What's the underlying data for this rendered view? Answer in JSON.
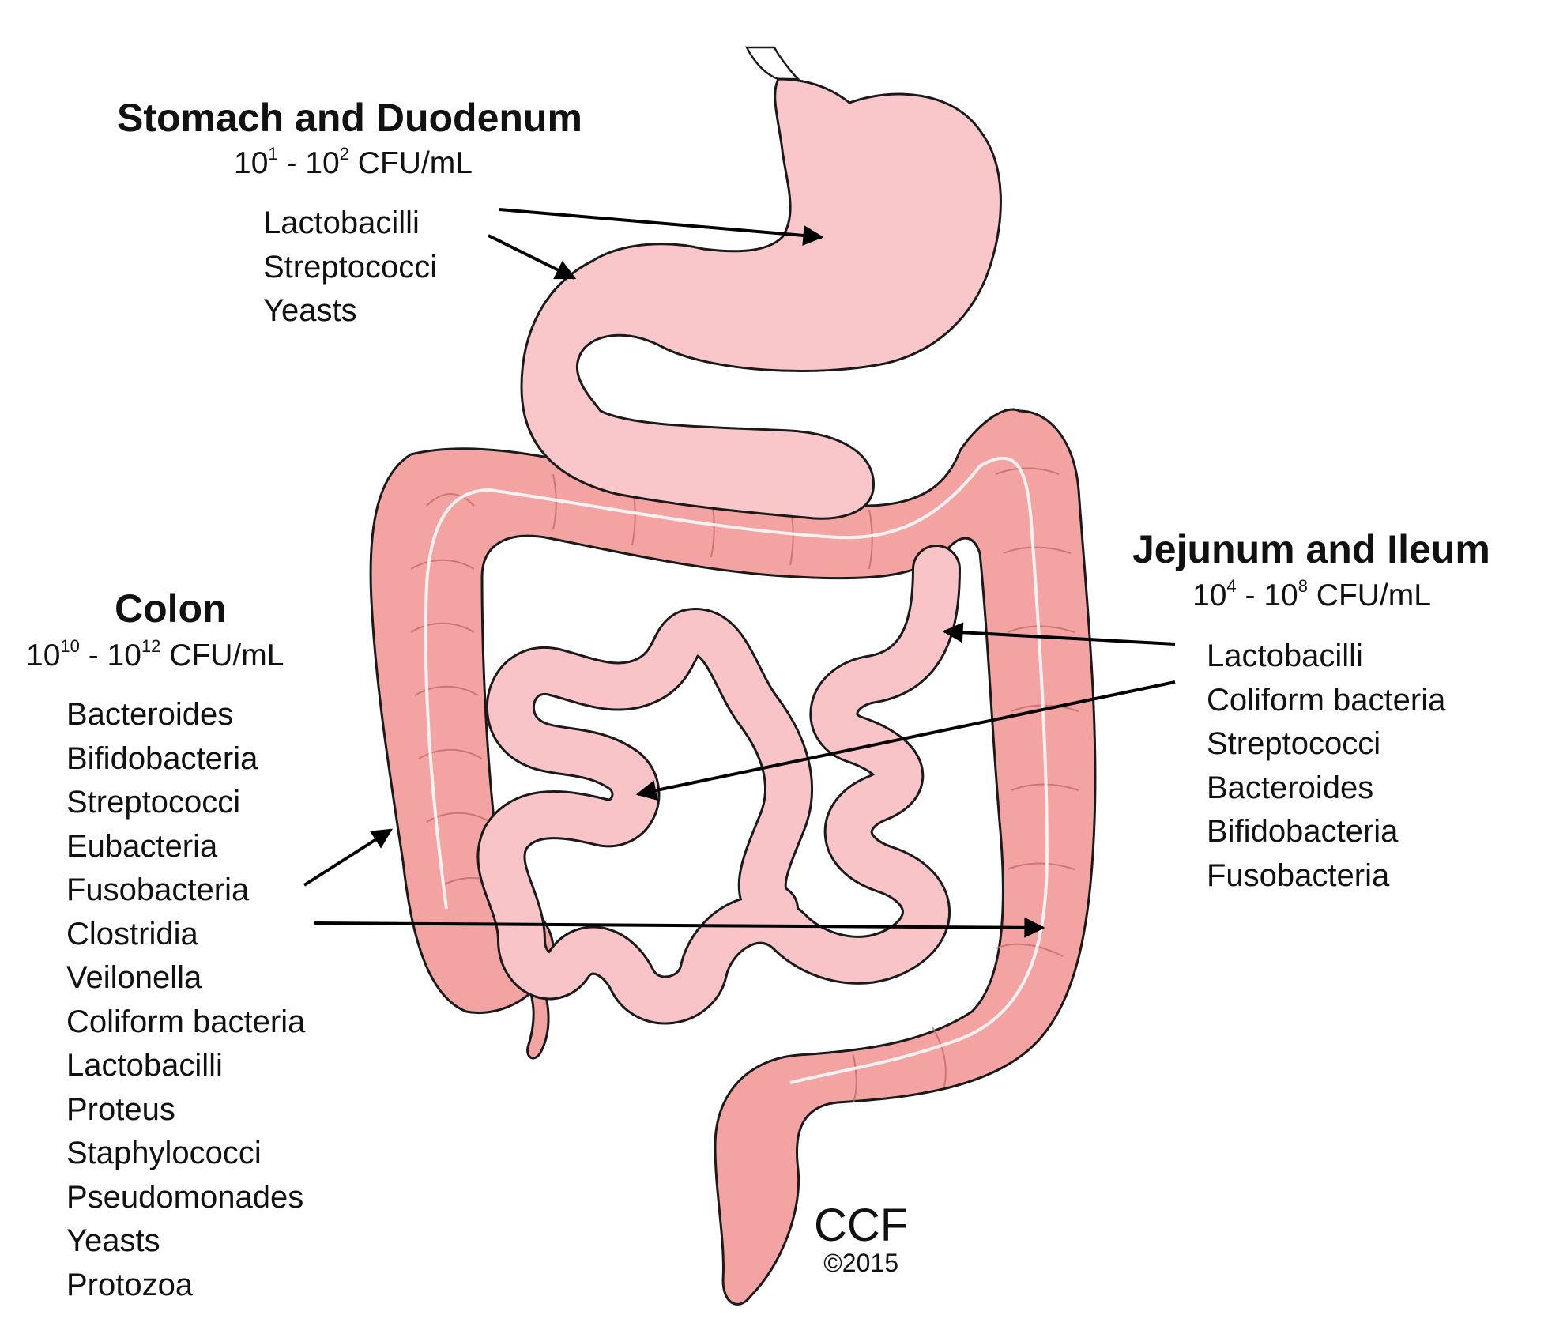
{
  "stomach": {
    "title": "Stomach and Duodenum",
    "count": {
      "base1": "10",
      "exp1": "1",
      "sep": " - ",
      "base2": "10",
      "exp2": "2",
      "unit": " CFU/mL"
    },
    "organisms": [
      "Lactobacilli",
      "Streptococci",
      "Yeasts"
    ]
  },
  "jejunum": {
    "title": "Jejunum and Ileum",
    "count": {
      "base1": "10",
      "exp1": "4",
      "sep": " - ",
      "base2": "10",
      "exp2": "8",
      "unit": " CFU/mL"
    },
    "organisms": [
      "Lactobacilli",
      "Coliform bacteria",
      "Streptococci",
      "Bacteroides",
      "Bifidobacteria",
      "Fusobacteria"
    ]
  },
  "colon": {
    "title": "Colon",
    "count": {
      "base1": "10",
      "exp1": "10",
      "sep": " - ",
      "base2": "10",
      "exp2": "12",
      "unit": " CFU/mL"
    },
    "organisms": [
      "Bacteroides",
      "Bifidobacteria",
      "Streptococci",
      "Eubacteria",
      "Fusobacteria",
      "Clostridia",
      "Veilonella",
      "Coliform bacteria",
      "Lactobacilli",
      "Proteus",
      "Staphylococci",
      "Pseudomonades",
      "Yeasts",
      "Protozoa"
    ]
  },
  "credit": {
    "mark": "CCF",
    "copyright": "©2015"
  },
  "colors": {
    "stomach_fill": "#f9c6c9",
    "small_intestine_fill": "#f9c4c8",
    "colon_fill": "#f4a3a3",
    "colon_inner": "#f8c3c3",
    "outline": "#1a1a1a",
    "arrow": "#000000"
  }
}
